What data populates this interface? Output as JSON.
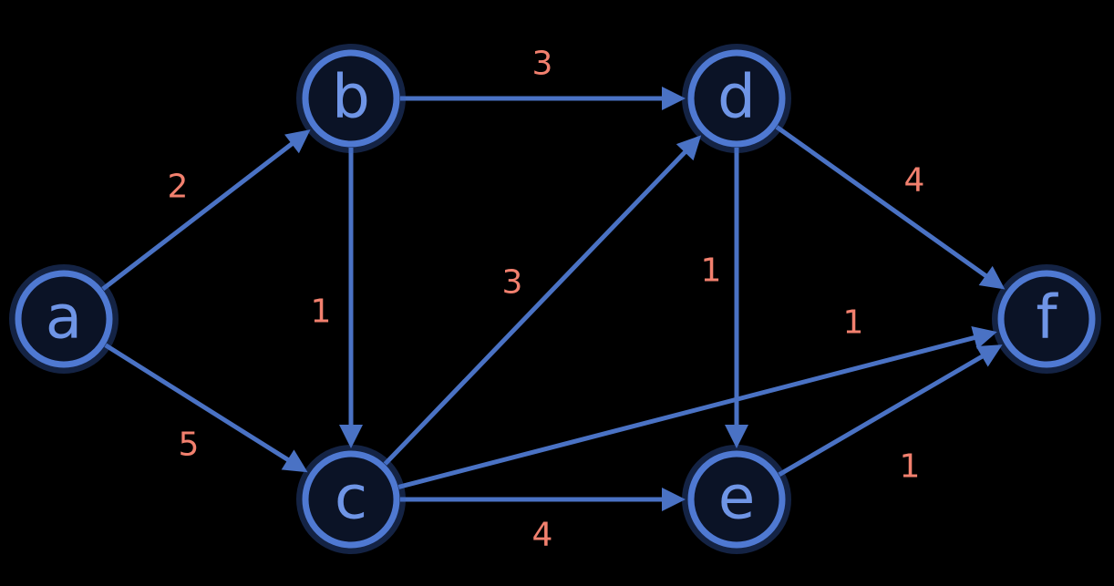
{
  "graph": {
    "nodes": [
      {
        "id": "a",
        "label": "a"
      },
      {
        "id": "b",
        "label": "b"
      },
      {
        "id": "c",
        "label": "c"
      },
      {
        "id": "d",
        "label": "d"
      },
      {
        "id": "e",
        "label": "e"
      },
      {
        "id": "f",
        "label": "f"
      }
    ],
    "edges": [
      {
        "from": "a",
        "to": "b",
        "weight": "2"
      },
      {
        "from": "a",
        "to": "c",
        "weight": "5"
      },
      {
        "from": "b",
        "to": "c",
        "weight": "1"
      },
      {
        "from": "b",
        "to": "d",
        "weight": "3"
      },
      {
        "from": "c",
        "to": "d",
        "weight": "3"
      },
      {
        "from": "c",
        "to": "e",
        "weight": "4"
      },
      {
        "from": "c",
        "to": "f",
        "weight": "1"
      },
      {
        "from": "d",
        "to": "e",
        "weight": "1"
      },
      {
        "from": "d",
        "to": "f",
        "weight": "4"
      },
      {
        "from": "e",
        "to": "f",
        "weight": "1"
      }
    ]
  },
  "colors": {
    "background": "#000000",
    "edge": "#4a72c4",
    "node_ring": "#4f79d2",
    "node_label": "#6f95e6",
    "weight_label": "#f2806e"
  }
}
